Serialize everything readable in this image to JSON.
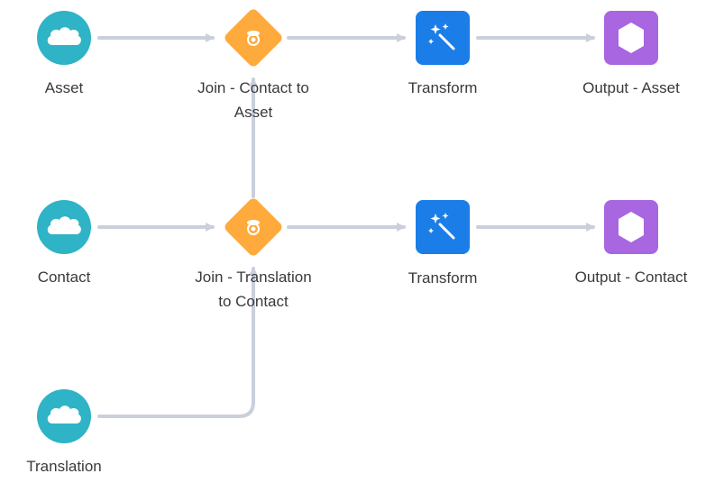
{
  "nodes": {
    "asset_source": {
      "label": "Asset",
      "icon": "salesforce-cloud-icon"
    },
    "contact_source": {
      "label": "Contact",
      "icon": "salesforce-cloud-icon"
    },
    "translation_source": {
      "label": "Translation",
      "icon": "salesforce-cloud-icon"
    },
    "join_contact_asset": {
      "label_line1": "Join - Contact to",
      "label_line2": "Asset",
      "icon": "join-icon"
    },
    "join_translation_contact": {
      "label_line1": "Join - Translation",
      "label_line2": "to Contact",
      "icon": "join-icon"
    },
    "transform_1": {
      "label": "Transform",
      "icon": "magic-wand-icon"
    },
    "transform_2": {
      "label": "Transform",
      "icon": "magic-wand-icon"
    },
    "output_asset": {
      "label": "Output - Asset",
      "icon": "hexagon-icon"
    },
    "output_contact": {
      "label": "Output - Contact",
      "icon": "hexagon-icon"
    }
  },
  "colors": {
    "source": "#2fb3c6",
    "join": "#ffaa3c",
    "transform": "#1b7ee8",
    "output": "#a866e0",
    "connector": "#c9d0dc",
    "label": "#3a3a3a"
  }
}
